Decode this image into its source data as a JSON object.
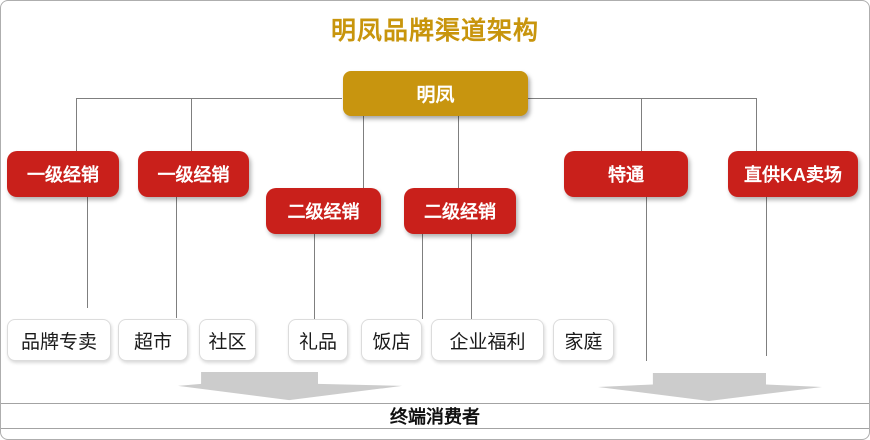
{
  "title": "明凤品牌渠道架构",
  "root": {
    "label": "明凤"
  },
  "channels": {
    "first_level_1": "一级经销",
    "first_level_2": "一级经销",
    "second_level_1": "二级经销",
    "second_level_2": "二级经销",
    "special": "特通",
    "direct_ka": "直供KA卖场"
  },
  "terminals": {
    "brand_store": "品牌专卖",
    "supermarket": "超市",
    "community": "社区",
    "gift": "礼品",
    "restaurant": "饭店",
    "corporate_welfare": "企业福利",
    "household": "家庭"
  },
  "footer": {
    "label": "终端消费者"
  },
  "colors": {
    "gold": "#c8950f",
    "red": "#c9201b",
    "line": "#7f7f7f",
    "arrow": "#cccccc"
  }
}
